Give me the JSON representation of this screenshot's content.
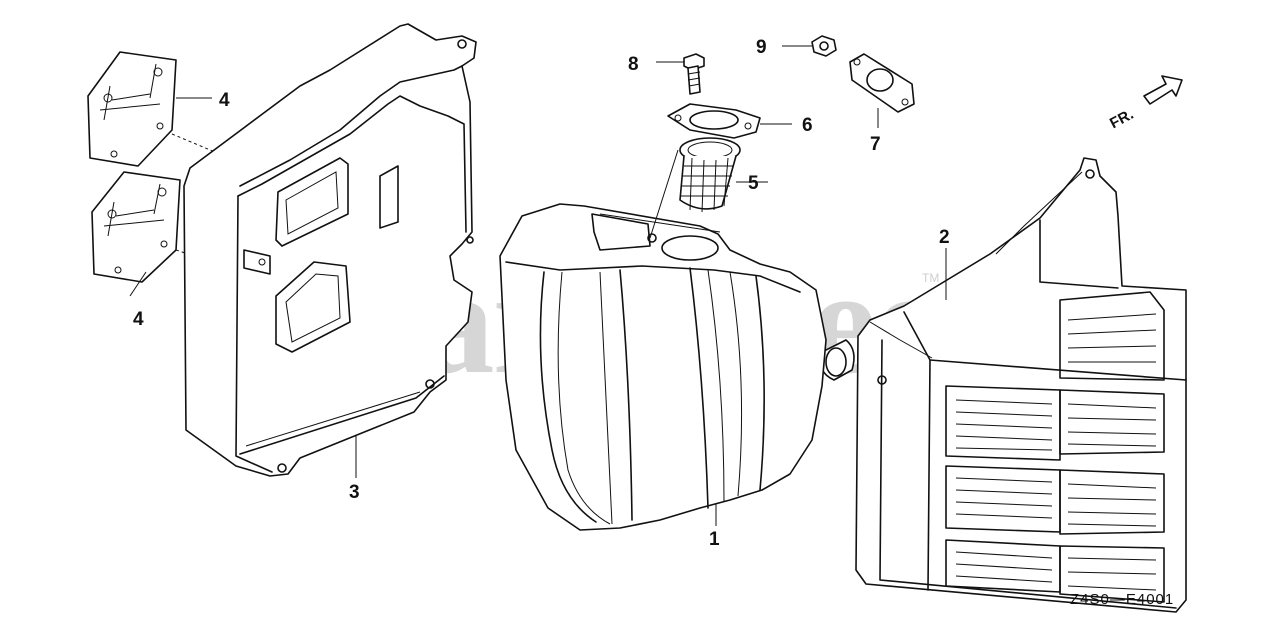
{
  "watermark": {
    "text": "PartsTree",
    "trademark": "TM"
  },
  "direction_indicator": {
    "label": "FR."
  },
  "diagram_code": "Z4S0—E4001",
  "callouts": {
    "muffler": "1",
    "muffler_protector": "2",
    "muffler_cover": "3",
    "protector_plate_upper": "4",
    "protector_plate_lower": "4",
    "spark_arrester": "5",
    "muffler_gasket": "6",
    "exhaust_gasket": "7",
    "bolt": "8",
    "nut": "9"
  }
}
